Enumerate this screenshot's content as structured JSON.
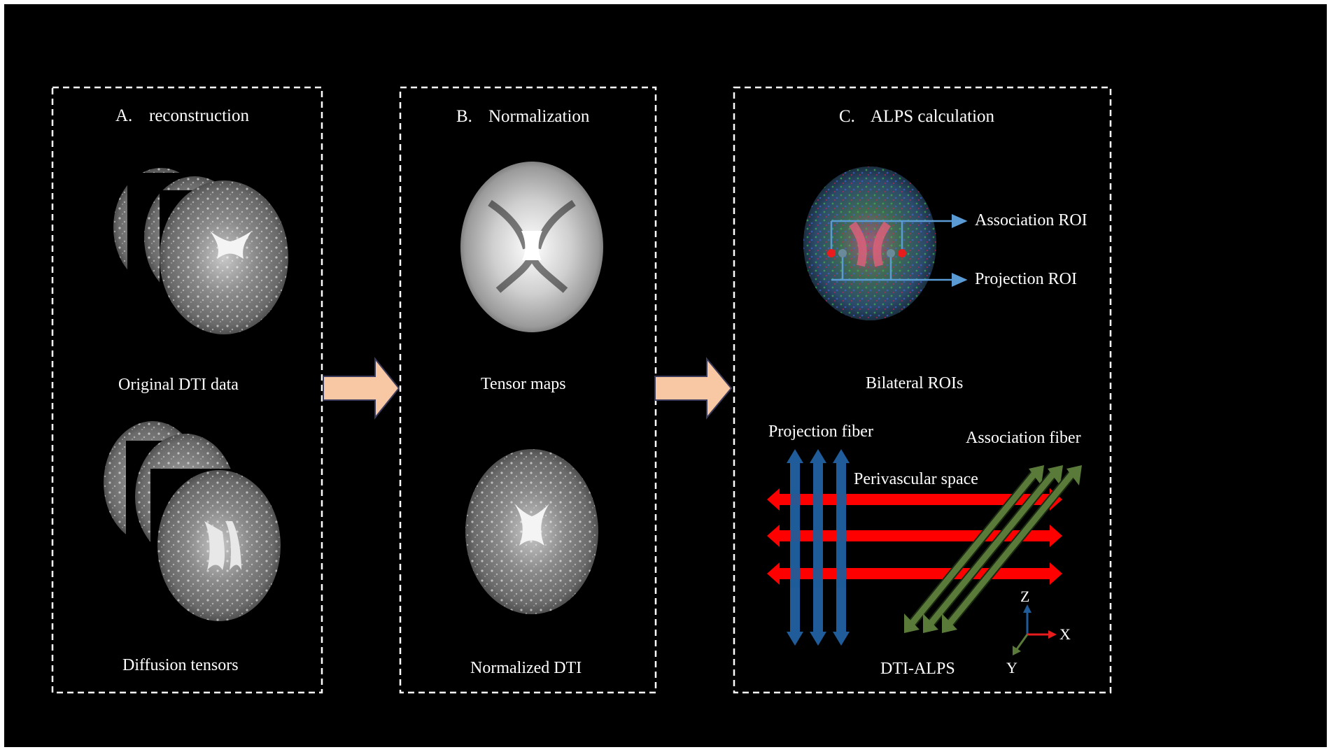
{
  "panels": {
    "a": {
      "title_letter": "A.",
      "title_text": "reconstruction",
      "caption_top": "Original DTI data",
      "caption_bottom": "Diffusion tensors"
    },
    "b": {
      "title_letter": "B.",
      "title_text": "Normalization",
      "caption_top": "Tensor maps",
      "caption_bottom": "Normalized DTI"
    },
    "c": {
      "title_letter": "C.",
      "title_text": "ALPS calculation",
      "roi_association": "Association ROI",
      "roi_projection": "Projection ROI",
      "caption_top": "Bilateral ROIs",
      "projection_fiber": "Projection fiber",
      "association_fiber": "Association fiber",
      "perivascular_space": "Perivascular space",
      "caption_bottom": "DTI-ALPS",
      "axis_z": "Z",
      "axis_x": "X",
      "axis_y": "Y"
    }
  },
  "colors": {
    "background": "#000000",
    "arrow_fill": "#f8c8a4",
    "perivascular_red": "#ff0000",
    "projection_blue": "#1f5c99",
    "association_green": "#5a7a3a",
    "roi_line": "#5b9bd5",
    "axis_blue": "#1f5c99",
    "axis_red": "#e81c1c",
    "axis_green": "#5a7a3a"
  }
}
